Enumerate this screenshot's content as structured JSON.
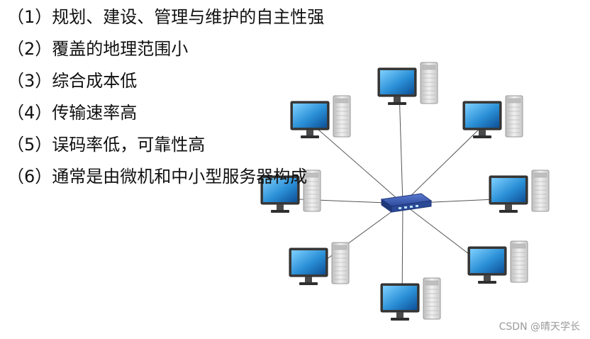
{
  "features": [
    "（1）规划、建设、管理与维护的自主性强",
    "（2）覆盖的地理范围小",
    "（3）综合成本低",
    "（4）传输速率高",
    "（5）误码率低，可靠性高",
    "（6）通常是由微机和中小型服务器构成"
  ],
  "diagram": {
    "hub_icon": "network-switch-icon",
    "node_icon": "desktop-computer-icon",
    "node_count": 8,
    "colors": {
      "line": "#555555",
      "monitor_frame": "#3a3a3a",
      "screen": "#2a8fd6",
      "tower": "#d2d2d2",
      "switch": "#3355aa"
    }
  },
  "watermark": "CSDN @晴天学长"
}
